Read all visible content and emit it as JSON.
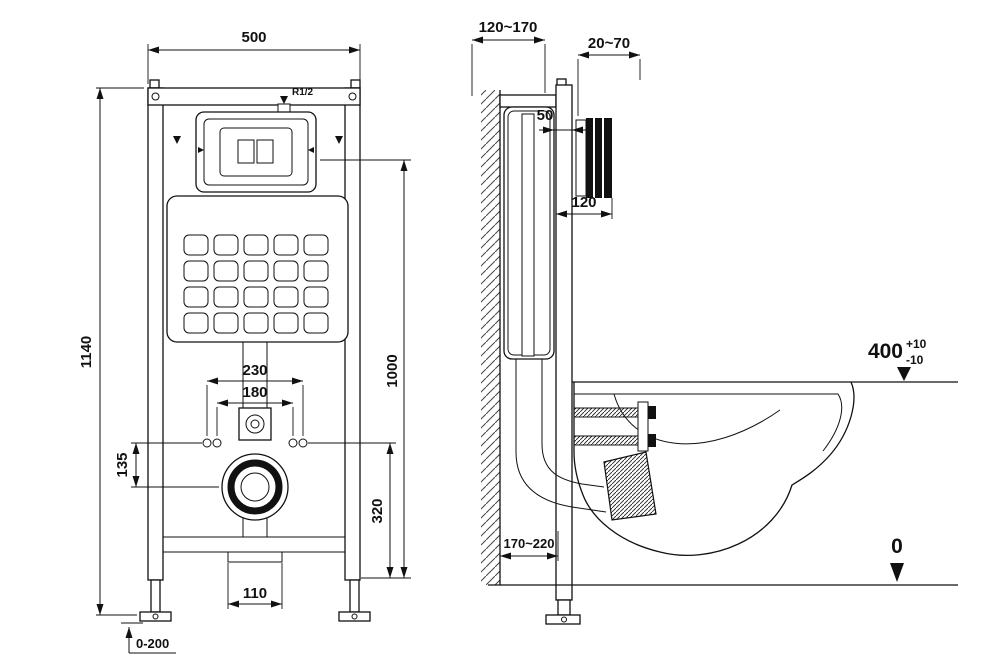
{
  "drawing": {
    "front": {
      "frame_width": "500",
      "frame_height": "1140",
      "inlet_thread": "R1/2",
      "fixing_span_outer": "230",
      "fixing_span_inner": "180",
      "inlet_to_drain": "135",
      "drain_height": "320",
      "plate_height": "1000",
      "outlet_width": "110",
      "foot_adjust_range": "0-200"
    },
    "side": {
      "frame_depth_range": "120~170",
      "wall_finish_range": "20~70",
      "cistern_offset": "50",
      "plate_depth": "120",
      "rim_height": "400",
      "rim_tol_plus": "+10",
      "rim_tol_minus": "-10",
      "drain_offset_range": "170~220",
      "floor_datum": "0"
    }
  }
}
